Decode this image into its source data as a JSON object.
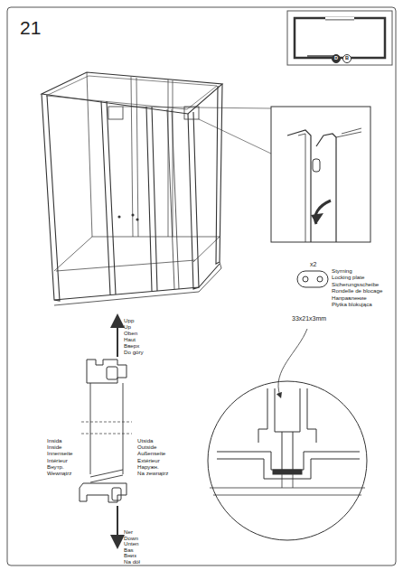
{
  "diagram": {
    "labels": [
      "21",
      "D",
      "B",
      "x2",
      "Styrning",
      "Locking plate",
      "Sicherungsscheibe",
      "Rondelle de blocage",
      "Направление",
      "Płytka blokująca",
      "33x21x3mm",
      "Upp",
      "Up",
      "Oben",
      "Haut",
      "Вверх",
      "Do góry",
      "Insida",
      "Inside",
      "Innenseite",
      "Intérieur",
      "Внутр.",
      "Wewnątrz",
      "Utsida",
      "Outside",
      "Außenseite",
      "Extérieur",
      "Наружн.",
      "Na zewnątrz",
      "Ner",
      "Down",
      "Unten",
      "Bas",
      "Вниз",
      "Na dół"
    ]
  }
}
